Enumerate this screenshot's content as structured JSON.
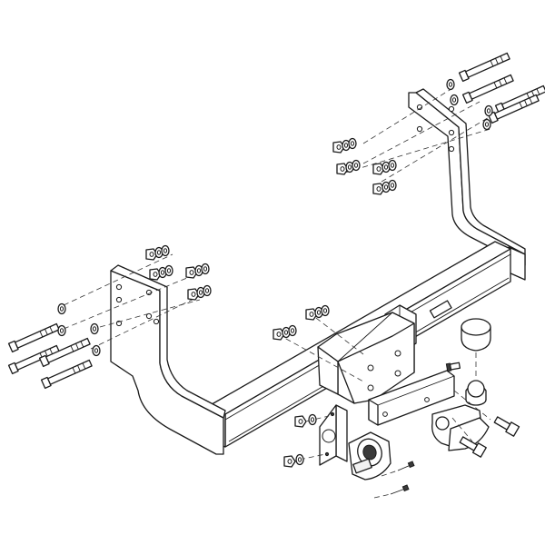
{
  "diagram": {
    "parts": [
      "crossbar",
      "left-mounting-bracket",
      "right-mounting-bracket",
      "centre-plate",
      "towball-mount",
      "tow-ball",
      "tow-ball-cap",
      "electrics-socket-plate",
      "electrics-socket",
      "bolts",
      "nuts",
      "washers"
    ],
    "colors": {
      "line": "#1a1a1a",
      "fill": "#ffffff",
      "shade": "#f2f2f2",
      "dark": "#3a3a3a"
    }
  }
}
